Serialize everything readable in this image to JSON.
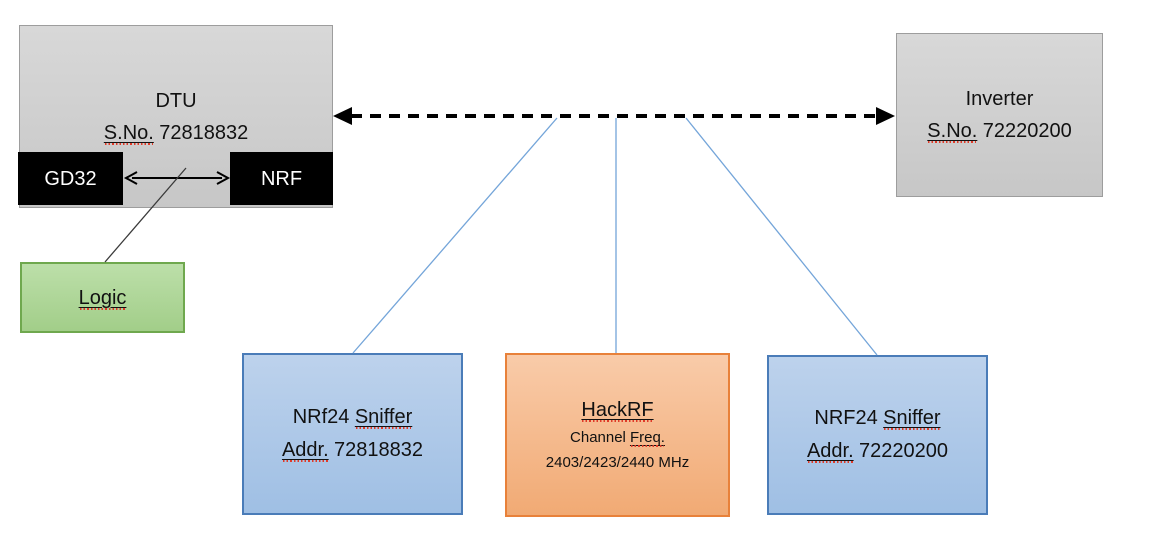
{
  "colors": {
    "background": "#ffffff",
    "gray_box_fill": "#c9c9c9",
    "gray_box_border": "#9d9d9d",
    "chip_fill": "#000000",
    "chip_text": "#ffffff",
    "green_box_fill": "#a9d18e",
    "green_box_border": "#70ad47",
    "blue_box_fill": "#aec9e8",
    "blue_box_border": "#4a7cb8",
    "orange_box_fill": "#f4b183",
    "orange_box_border": "#ed7d31",
    "connector_blue": "#74a5d9",
    "arrow_black": "#000000",
    "squiggle_red": "#e03a28"
  },
  "nodes": {
    "dtu": {
      "title": "DTU",
      "serial_label": "S.No.",
      "serial": "72818832"
    },
    "gd32": {
      "label": "GD32"
    },
    "nrf": {
      "label": "NRF"
    },
    "logic": {
      "label": "Logic"
    },
    "inverter": {
      "title": "Inverter",
      "serial_label": "S.No.",
      "serial": "72220200"
    },
    "sniffer_left": {
      "name": "NRf24",
      "type": "Sniffer",
      "addr_label": "Addr.",
      "addr": "72818832"
    },
    "hackrf": {
      "title": "HackRF",
      "channel_word": "Channel",
      "freq_word": "Freq.",
      "frequencies": "2403/2423/2440 MHz"
    },
    "sniffer_right": {
      "name": "NRF24",
      "type": "Sniffer",
      "addr_label": "Addr.",
      "addr": "72220200"
    }
  }
}
